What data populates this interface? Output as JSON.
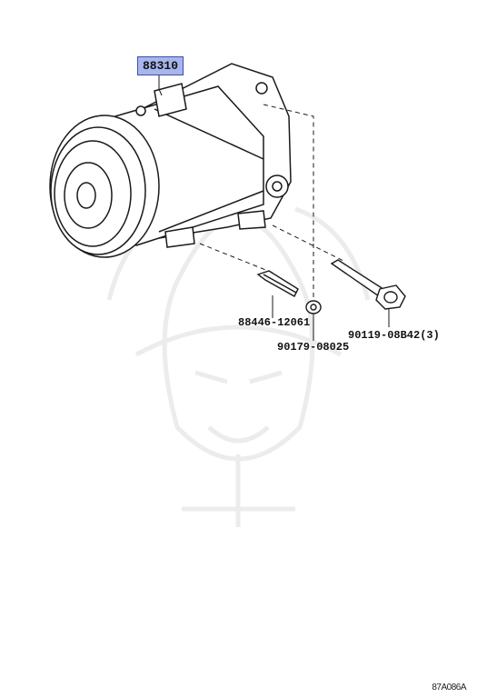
{
  "diagram": {
    "main_part_number": "88310",
    "callouts": [
      {
        "id": "stud-bolt",
        "part_number": "88446-12061"
      },
      {
        "id": "nut",
        "part_number": "90179-08025"
      },
      {
        "id": "bolt",
        "part_number": "90119-08B42",
        "quantity": "(3)"
      }
    ],
    "illustration_code": "87A086A",
    "colors": {
      "highlight_fill": "#a7b6ec",
      "highlight_border": "#3d4fa8",
      "line": "#1a1a1a"
    }
  }
}
